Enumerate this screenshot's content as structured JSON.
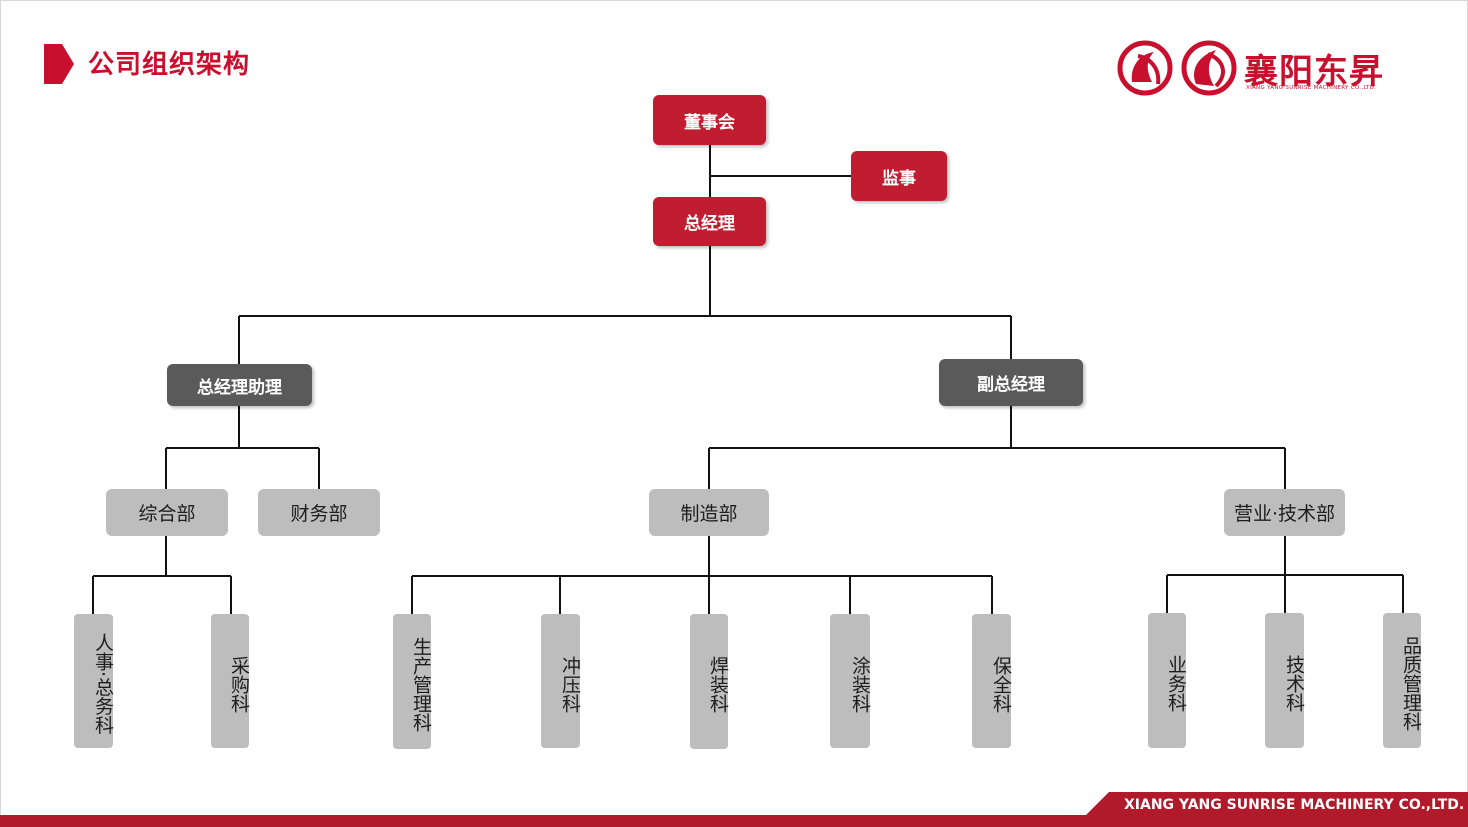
{
  "header": {
    "title": "公司组织架构"
  },
  "logo": {
    "name": "襄阳东昇",
    "subtitle": "XIANG YANG SUNRISE MACHINERY CO.,LTD."
  },
  "org": {
    "board": "董事会",
    "supervisor": "监事",
    "general_manager": "总经理",
    "assistant_gm": "总经理助理",
    "deputy_gm": "副总经理",
    "departments": {
      "general_affairs": "综合部",
      "finance": "财务部",
      "manufacturing": "制造部",
      "sales_tech": "营业·技术部"
    },
    "sections": {
      "hr_affairs": "人事·总务科",
      "purchasing": "采购科",
      "production_mgmt": "生产管理科",
      "stamping": "冲压科",
      "welding": "焊装科",
      "painting": "涂装科",
      "maintenance": "保全科",
      "business": "业务科",
      "technology": "技术科",
      "quality": "品质管理科"
    }
  },
  "footer": {
    "company": "XIANG YANG SUNRISE MACHINERY CO.,LTD."
  },
  "colors": {
    "brand_red": "#c01e30",
    "manager_gray": "#5a5a5a",
    "dept_gray": "#bdbdbd"
  }
}
